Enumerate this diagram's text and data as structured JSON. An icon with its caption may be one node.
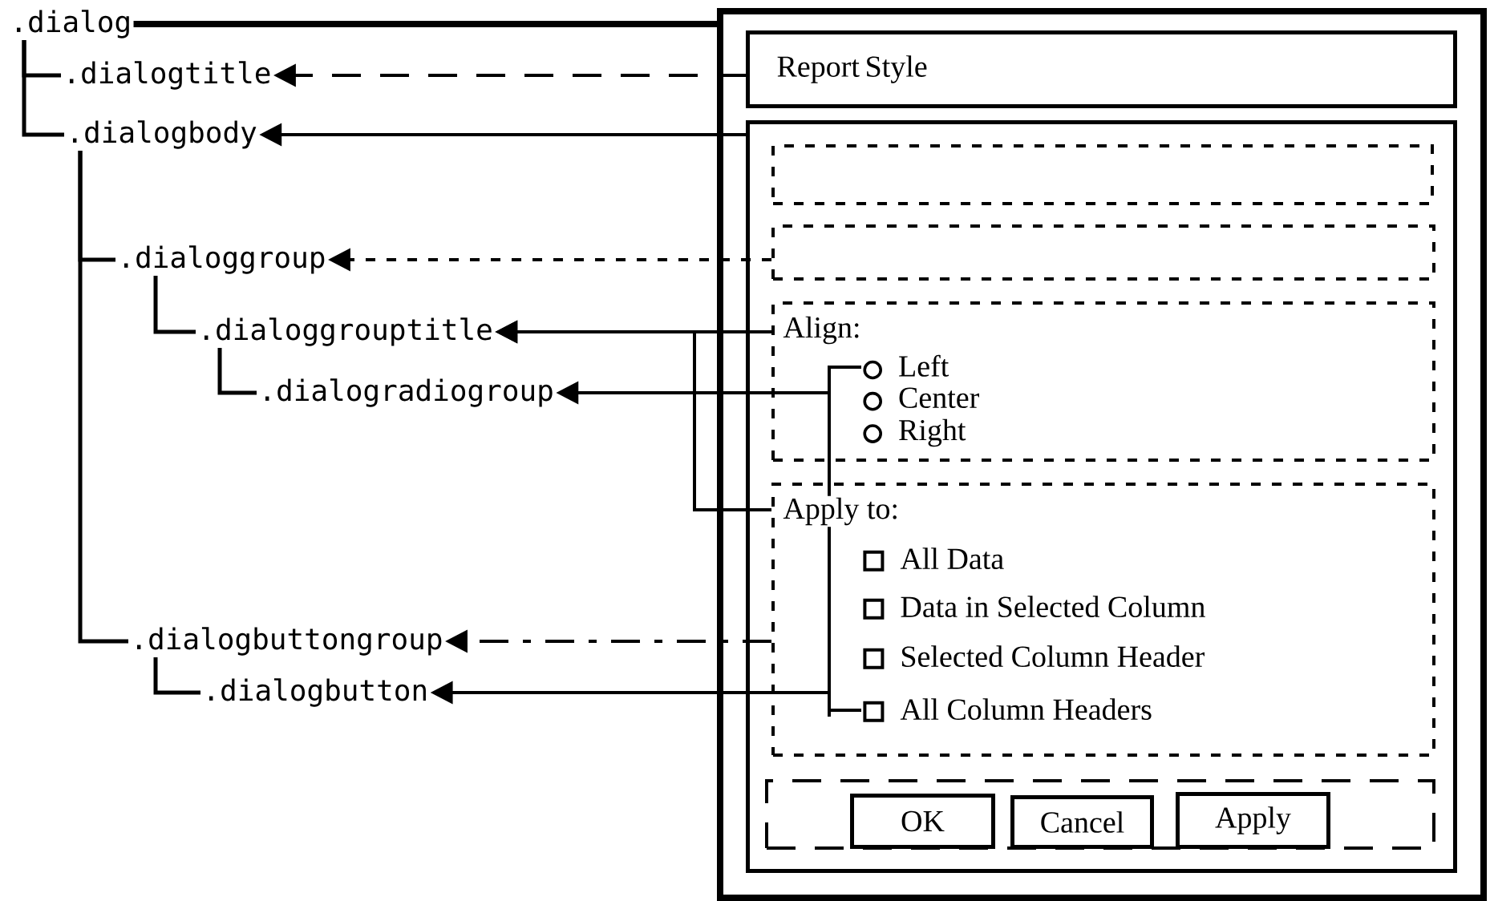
{
  "diagram": {
    "nodes": [
      {
        "text": [
          ".dialog"
        ]
      },
      {
        "text": [
          ".dialogtitle"
        ]
      },
      {
        "text": [
          ".dialogbody"
        ]
      },
      {
        "text": [
          ".dialoggroup"
        ]
      },
      {
        "text": [
          ".dialoggrouptitle"
        ]
      },
      {
        "text": [
          ".dialogradiogroup"
        ]
      },
      {
        "text": [
          ".dialogbuttongroup"
        ]
      },
      {
        "text": [
          ".dialogbutton"
        ]
      },
      {
        "text": [],
        "shape": "box"
      },
      {
        "text": [
          "Report Style"
        ],
        "in": 8
      },
      {
        "text": [],
        "shape": "box",
        "in": 8
      },
      {
        "text": [],
        "shape": "box",
        "in": 10
      },
      {
        "text": [],
        "shape": "box",
        "in": 10
      },
      {
        "text": [
          "Align:"
        ],
        "in": 10
      },
      {
        "text": [
          "Left"
        ],
        "in": 13
      },
      {
        "text": [
          "Center"
        ],
        "in": 13
      },
      {
        "text": [
          "Right"
        ],
        "in": 13
      },
      {
        "text": [
          "Apply to:"
        ],
        "in": 10
      },
      {
        "text": [
          "All Data"
        ],
        "in": 17
      },
      {
        "text": [
          "Data in Selected Column"
        ],
        "in": 17
      },
      {
        "text": [
          "Selected Column Header"
        ],
        "in": 17
      },
      {
        "text": [
          "All Column Headers"
        ],
        "in": 17
      },
      {
        "text": [],
        "shape": "box",
        "in": 10
      },
      {
        "text": [
          "OK"
        ],
        "in": 22
      },
      {
        "text": [
          "Cancel"
        ],
        "in": 22
      },
      {
        "text": [
          "Apply"
        ],
        "in": 22
      }
    ],
    "edges": [
      {
        "from": 0,
        "to": 1,
        "arrow": "none"
      },
      {
        "from": 0,
        "to": 2,
        "arrow": "none"
      },
      {
        "from": 2,
        "to": 3,
        "arrow": "none"
      },
      {
        "from": 2,
        "to": 6,
        "arrow": "none"
      },
      {
        "from": 3,
        "to": 4,
        "arrow": "none"
      },
      {
        "from": 4,
        "to": 5,
        "arrow": "none"
      },
      {
        "from": 6,
        "to": 7,
        "arrow": "none"
      },
      {
        "from": 8,
        "to": 0,
        "arrow": "none",
        "style": "thick"
      },
      {
        "from": 9,
        "to": 1,
        "arrow": "to",
        "style": "dashed"
      },
      {
        "from": 10,
        "to": 2,
        "arrow": "to"
      },
      {
        "from": 12,
        "to": 3,
        "arrow": "to",
        "style": "dashed"
      },
      {
        "from": 13,
        "to": 4,
        "arrow": "to"
      },
      {
        "from": 17,
        "to": 4,
        "arrow": "to"
      },
      {
        "from": 14,
        "to": 5,
        "arrow": "to"
      },
      {
        "from": 17,
        "to": 6,
        "arrow": "to",
        "style": "dashed"
      },
      {
        "from": 21,
        "to": 7,
        "arrow": "to"
      }
    ]
  }
}
